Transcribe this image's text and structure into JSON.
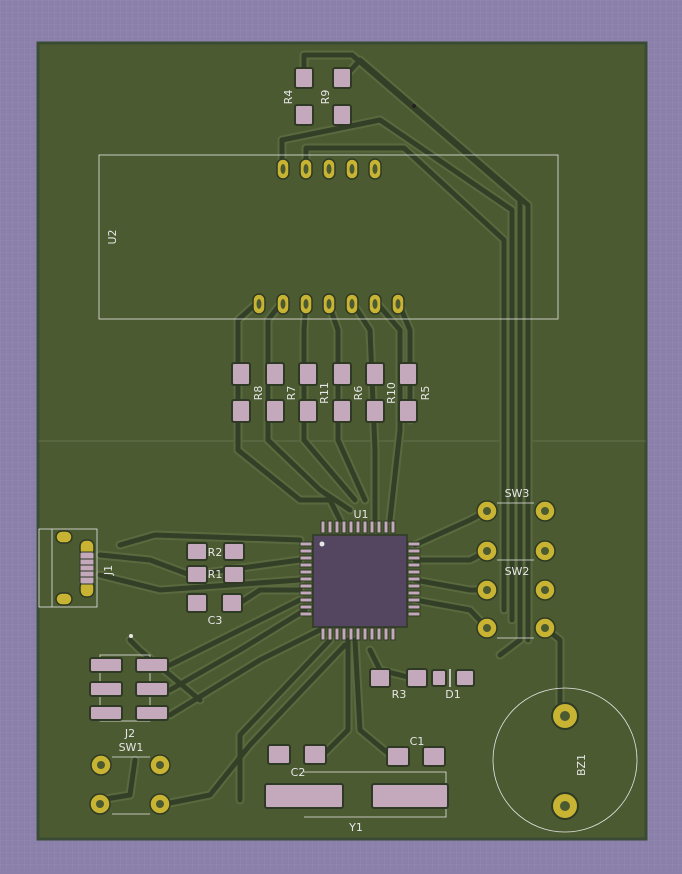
{
  "colors": {
    "background": "#8a80aa",
    "board": "#4c5a32",
    "board_edge": "#3a4b34",
    "trace": "#334027",
    "trace_outline": "#5a6a3e",
    "pad": "#c4a8bc",
    "pad_outline": "#2e3a24",
    "thru_hole": "#c8b432",
    "silkscreen": "#e6e6e6",
    "ic_body": "#544660"
  },
  "designators": {
    "r1": "R1",
    "r2": "R2",
    "r3": "R3",
    "r4": "R4",
    "r5": "R5",
    "r6": "R6",
    "r7": "R7",
    "r8": "R8",
    "r9": "R9",
    "r10": "R10",
    "r11": "R11",
    "c1": "C1",
    "c2": "C2",
    "c3": "C3",
    "d1": "D1",
    "u1": "U1",
    "u2": "U2",
    "j1": "J1",
    "j2": "J2",
    "sw1": "SW1",
    "sw2": "SW2",
    "sw3": "SW3",
    "y1": "Y1",
    "bz1": "BZ1"
  }
}
